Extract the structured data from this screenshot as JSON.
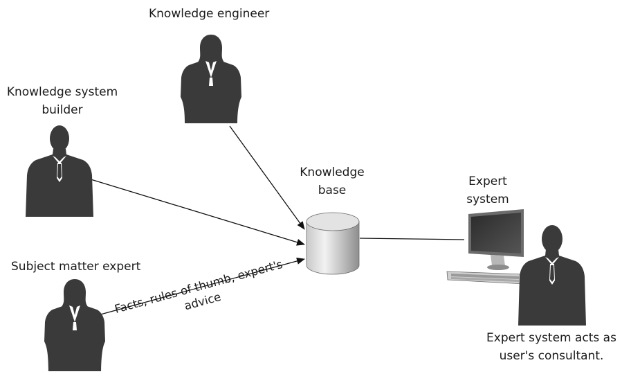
{
  "labels": {
    "knowledge_engineer": "Knowledge engineer",
    "knowledge_system_builder_line1": "Knowledge system",
    "knowledge_system_builder_line2": "builder",
    "subject_matter_expert": "Subject matter expert",
    "knowledge_base_line1": "Knowledge",
    "knowledge_base_line2": "base",
    "expert_system_line1": "Expert",
    "expert_system_line2": "system",
    "facts_line1": "Facts, rules of thumb, expert's",
    "facts_line2": "advice",
    "consultant_line1": "Expert system acts as",
    "consultant_line2": "user's consultant."
  },
  "colors": {
    "silhouette": "#3a3a3a",
    "shirt": "#ffffff",
    "arrow": "#111111",
    "cylinder_light": "#e6e6e6",
    "cylinder_dark": "#9a9a9a"
  },
  "icons": {
    "people": [
      "female-silhouette-icon",
      "male-silhouette-icon"
    ],
    "storage": "database-cylinder-icon",
    "computer": "desktop-computer-icon",
    "input": "keyboard-icon"
  }
}
